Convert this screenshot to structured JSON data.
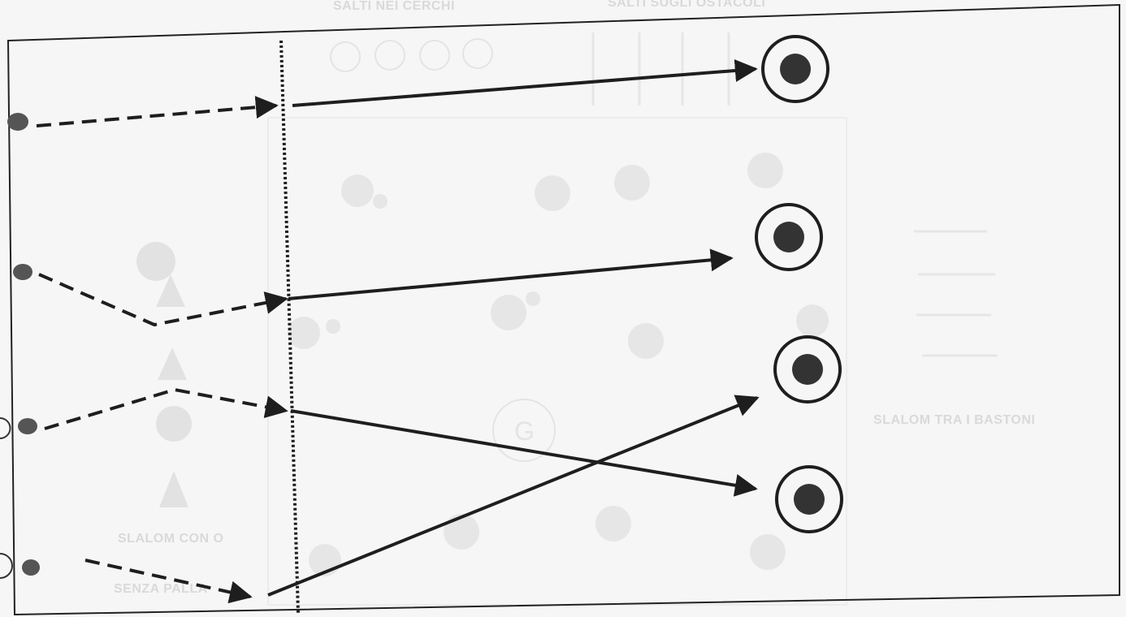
{
  "background_labels": {
    "top_left": "SALTI NEI CERCHI",
    "top_right": "SALTI SUGLI OSTACOLI",
    "slalom_coni": "SLALOM CON O",
    "slalom_bottom": "SENZA PALLA",
    "slalom_right": "SLALOM TRA I BASTONI",
    "circle_letter": "G"
  },
  "colors": {
    "page": "#f6f6f6",
    "frame": "#222222",
    "ink": "#1e1e1e",
    "target_fill": "#3a3a3a",
    "faint": "#e2e2e2"
  }
}
